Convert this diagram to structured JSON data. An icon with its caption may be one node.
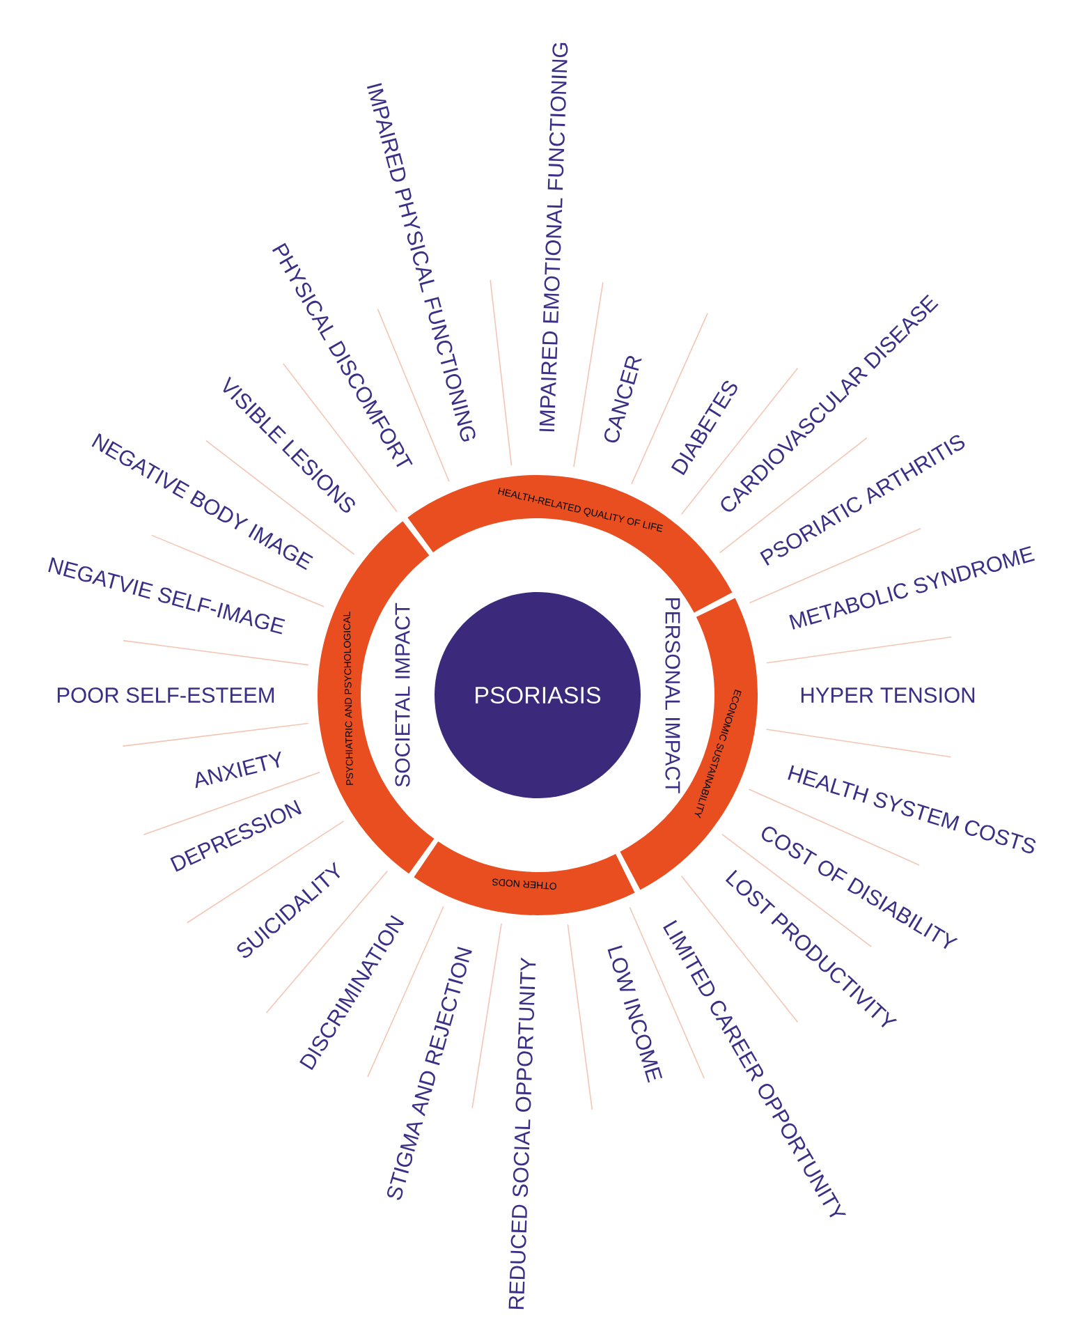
{
  "diagram": {
    "nodes": [
      {
        "text": [
          "PSORIASIS"
        ]
      },
      {
        "text": [
          "HEALTH-RELATED QUALITY OF LIFE"
        ]
      },
      {
        "text": [
          "ECONOMIC SUSTAINABILITY"
        ]
      },
      {
        "text": [
          "OTHER NODS"
        ]
      },
      {
        "text": [
          "PSYCHIATRIC AND PSYCHOLOGICAL"
        ]
      }
    ],
    "labels": [
      "SOCIETAL IMPACT",
      "PERSONAL IMPACT",
      "POOR SELF-ESTEEM",
      "NEGATVIE SELF-IMAGE",
      "NEGATIVE BODY IMAGE",
      "VISIBLE LESIONS",
      "PHYSICAL DISCOMFORT",
      "IMPAIRED PHYSICAL FUNCTIONING",
      "IMPAIRED EMOTIONAL FUNCTIONING",
      "CANCER",
      "DIABETES",
      "CARDIOVASCULAR DISEASE",
      "PSORIATIC ARTHRITIS",
      "METABOLIC SYNDROME",
      "HYPER TENSION",
      "ANXIETY",
      "DEPRESSION",
      "SUICIDALITY",
      "DISCRIMINATION",
      "STIGMA AND REJECTION",
      "REDUCED SOCIAL OPPORTUNITY",
      "LOW INCOME",
      "LIMITED CAREER OPPORTUNITY",
      "LOST PRODUCTIVITY",
      "COST OF DISIABILITY",
      "HEALTH SYSTEM COSTS"
    ]
  }
}
